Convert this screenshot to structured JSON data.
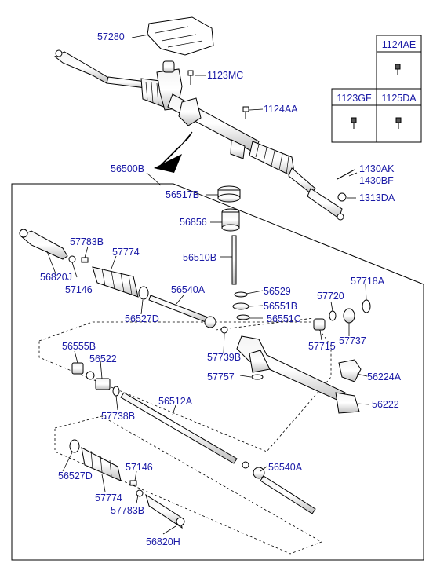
{
  "diagram_title": "",
  "callouts": {
    "c57280": "57280",
    "c1123MC": "1123MC",
    "c1124AA": "1124AA",
    "c56500B": "56500B",
    "c1430AK": "1430AK",
    "c1430BF": "1430BF",
    "c1313DA": "1313DA",
    "c56517B": "56517B",
    "c56856": "56856",
    "c56510B": "56510B",
    "c57783B_top": "57783B",
    "c57774_top": "57774",
    "c56820J": "56820J",
    "c57146_top": "57146",
    "c56540A_top": "56540A",
    "c56527D_top": "56527D",
    "c56529": "56529",
    "c56551B": "56551B",
    "c56551C": "56551C",
    "c57718A": "57718A",
    "c57720": "57720",
    "c57715": "57715",
    "c57737": "57737",
    "c57739B": "57739B",
    "c56555B": "56555B",
    "c56522": "56522",
    "c57757": "57757",
    "c56224A": "56224A",
    "c56222": "56222",
    "c57738B": "57738B",
    "c56512A": "56512A",
    "c56527D_bot": "56527D",
    "c57774_bot": "57774",
    "c57146_bot": "57146",
    "c57783B_bot": "57783B",
    "c56540A_bot": "56540A",
    "c56820H": "56820H"
  },
  "fastener_boxes": {
    "b1124AE": "1124AE",
    "b1123GF": "1123GF",
    "b1125DA": "1125DA"
  }
}
